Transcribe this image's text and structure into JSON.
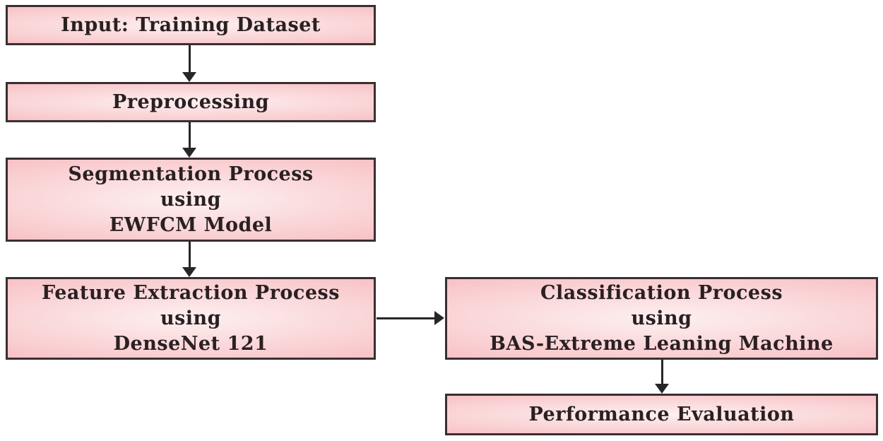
{
  "colors": {
    "box_fill_edge": "#f3a8ad",
    "box_fill_mid": "#f9cdd0",
    "box_fill_center": "#fdf0f0",
    "box_border": "#3a2f30",
    "arrow": "#262626",
    "text": "#2a2022",
    "background": "#ffffff"
  },
  "diagram": {
    "type": "flowchart",
    "nodes": [
      {
        "id": "input-training-dataset",
        "lines": [
          "Input: Training Dataset"
        ]
      },
      {
        "id": "preprocessing",
        "lines": [
          "Preprocessing"
        ]
      },
      {
        "id": "segmentation",
        "lines": [
          "Segmentation Process",
          "using",
          "EWFCM Model"
        ]
      },
      {
        "id": "feature-extraction",
        "lines": [
          "Feature Extraction Process",
          "using",
          "DenseNet 121"
        ]
      },
      {
        "id": "classification",
        "lines": [
          "Classification Process",
          "using",
          "BAS-Extreme Leaning Machine"
        ]
      },
      {
        "id": "performance-evaluation",
        "lines": [
          "Performance Evaluation"
        ]
      }
    ],
    "edges": [
      {
        "from": "input-training-dataset",
        "to": "preprocessing",
        "direction": "down"
      },
      {
        "from": "preprocessing",
        "to": "segmentation",
        "direction": "down"
      },
      {
        "from": "segmentation",
        "to": "feature-extraction",
        "direction": "down"
      },
      {
        "from": "feature-extraction",
        "to": "classification",
        "direction": "right"
      },
      {
        "from": "classification",
        "to": "performance-evaluation",
        "direction": "down"
      }
    ]
  }
}
